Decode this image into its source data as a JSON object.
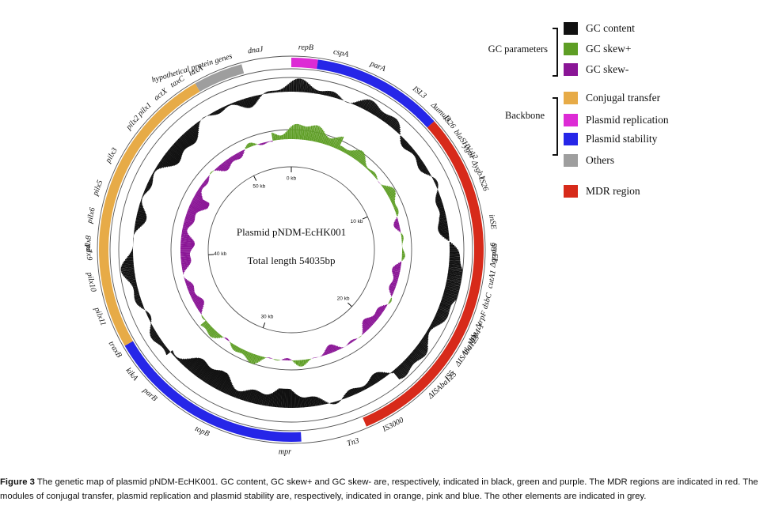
{
  "plasmid": {
    "name": "Plasmid pNDM-EcHK001",
    "length_label": "Total length 54035bp"
  },
  "scale_ticks": [
    {
      "label": "0 kb",
      "kb": 0
    },
    {
      "label": "10 kb",
      "kb": 10
    },
    {
      "label": "20 kb",
      "kb": 20
    },
    {
      "label": "30 kb",
      "kb": 30
    },
    {
      "label": "40 kb",
      "kb": 40
    },
    {
      "label": "50 kb",
      "kb": 50
    }
  ],
  "colors": {
    "gc_content": "#111111",
    "gc_skew_plus": "#5e9e25",
    "gc_skew_minus": "#8a1596",
    "conjugal": "#e7ab47",
    "replication": "#dd2bd5",
    "stability": "#2626e8",
    "others": "#9e9e9e",
    "mdr": "#d72a1a"
  },
  "segments": [
    {
      "category": "replication",
      "start": 0,
      "end": 8
    },
    {
      "category": "stability",
      "start": 8,
      "end": 48
    },
    {
      "category": "mdr",
      "start": 48,
      "end": 157
    },
    {
      "category": "stability",
      "start": 177,
      "end": 240
    },
    {
      "category": "conjugal",
      "start": 240,
      "end": 330
    },
    {
      "category": "others",
      "start": 330,
      "end": 345
    }
  ],
  "gene_labels": [
    {
      "text": "repB",
      "angle": 2
    },
    {
      "text": "cspA",
      "angle": 12
    },
    {
      "text": "parA",
      "angle": 23
    },
    {
      "text": "ISL3",
      "angle": 37
    },
    {
      "text": "ΔumuD",
      "angle": 44
    },
    {
      "text": "IS26",
      "angle": 49
    },
    {
      "text": "blaSHV-12",
      "angle": 54
    },
    {
      "text": "ygbI",
      "angle": 59
    },
    {
      "text": "ΔygbJ",
      "angle": 64
    },
    {
      "text": "IS26",
      "angle": 69
    },
    {
      "text": "inSE",
      "angle": 80
    },
    {
      "text": "groEL",
      "angle": 88
    },
    {
      "text": "ΔgroES",
      "angle": 95
    },
    {
      "text": "cutA1",
      "angle": 101
    },
    {
      "text": "dsbC",
      "angle": 107
    },
    {
      "text": "ΔtrpF",
      "angle": 113
    },
    {
      "text": "ble",
      "angle": 117
    },
    {
      "text": "blaNDM-1",
      "angle": 121
    },
    {
      "text": "ΔISAba125",
      "angle": 125
    },
    {
      "text": "IS5",
      "angle": 130
    },
    {
      "text": "ΔISAba125",
      "angle": 137
    },
    {
      "text": "IS3000",
      "angle": 153
    },
    {
      "text": "Tn3",
      "angle": 164
    },
    {
      "text": "mpr",
      "angle": 180
    },
    {
      "text": "topB",
      "angle": 204
    },
    {
      "text": "parB",
      "angle": 222
    },
    {
      "text": "kikA",
      "angle": 230
    },
    {
      "text": "traxB",
      "angle": 238
    },
    {
      "text": "pilx11",
      "angle": 248
    },
    {
      "text": "pilx10",
      "angle": 258
    },
    {
      "text": "pilx9",
      "angle": 267
    },
    {
      "text": "pilx8",
      "angle": 274
    },
    {
      "text": "pilx6",
      "angle": 282
    },
    {
      "text": "pilx5",
      "angle": 290
    },
    {
      "text": "pilx3",
      "angle": 300
    },
    {
      "text": "pilx2",
      "angle": 311
    },
    {
      "text": "pilx1",
      "angle": 316
    },
    {
      "text": "actX",
      "angle": 322
    },
    {
      "text": "taxC",
      "angle": 328
    },
    {
      "text": "taxA",
      "angle": 334
    },
    {
      "text": "hypothetical protein genes",
      "angle": 343
    },
    {
      "text": "dnaJ",
      "angle": 352
    }
  ],
  "legend": {
    "gc_group_label": "GC parameters",
    "backbone_group_label": "Backbone",
    "items": [
      {
        "label": "GC content",
        "color": "#111111"
      },
      {
        "label": "GC skew+",
        "color": "#5e9e25"
      },
      {
        "label": "GC skew-",
        "color": "#8a1596"
      },
      {
        "label": "Conjugal transfer",
        "color": "#e7ab47"
      },
      {
        "label": "Plasmid replication",
        "color": "#dd2bd5"
      },
      {
        "label": "Plasmid stability",
        "color": "#2626e8"
      },
      {
        "label": "Others",
        "color": "#9e9e9e"
      },
      {
        "label": "MDR region",
        "color": "#d72a1a"
      }
    ]
  },
  "caption": {
    "label": "Figure 3",
    "text": "The genetic map of plasmid pNDM-EcHK001. GC content, GC skew+ and GC skew- are, respectively, indicated in black, green and purple. The MDR regions are indicated in red. The modules of conjugal transfer, plasmid replication and plasmid stability are, respectively, indicated in orange, pink and blue. The other elements are indicated in grey."
  }
}
